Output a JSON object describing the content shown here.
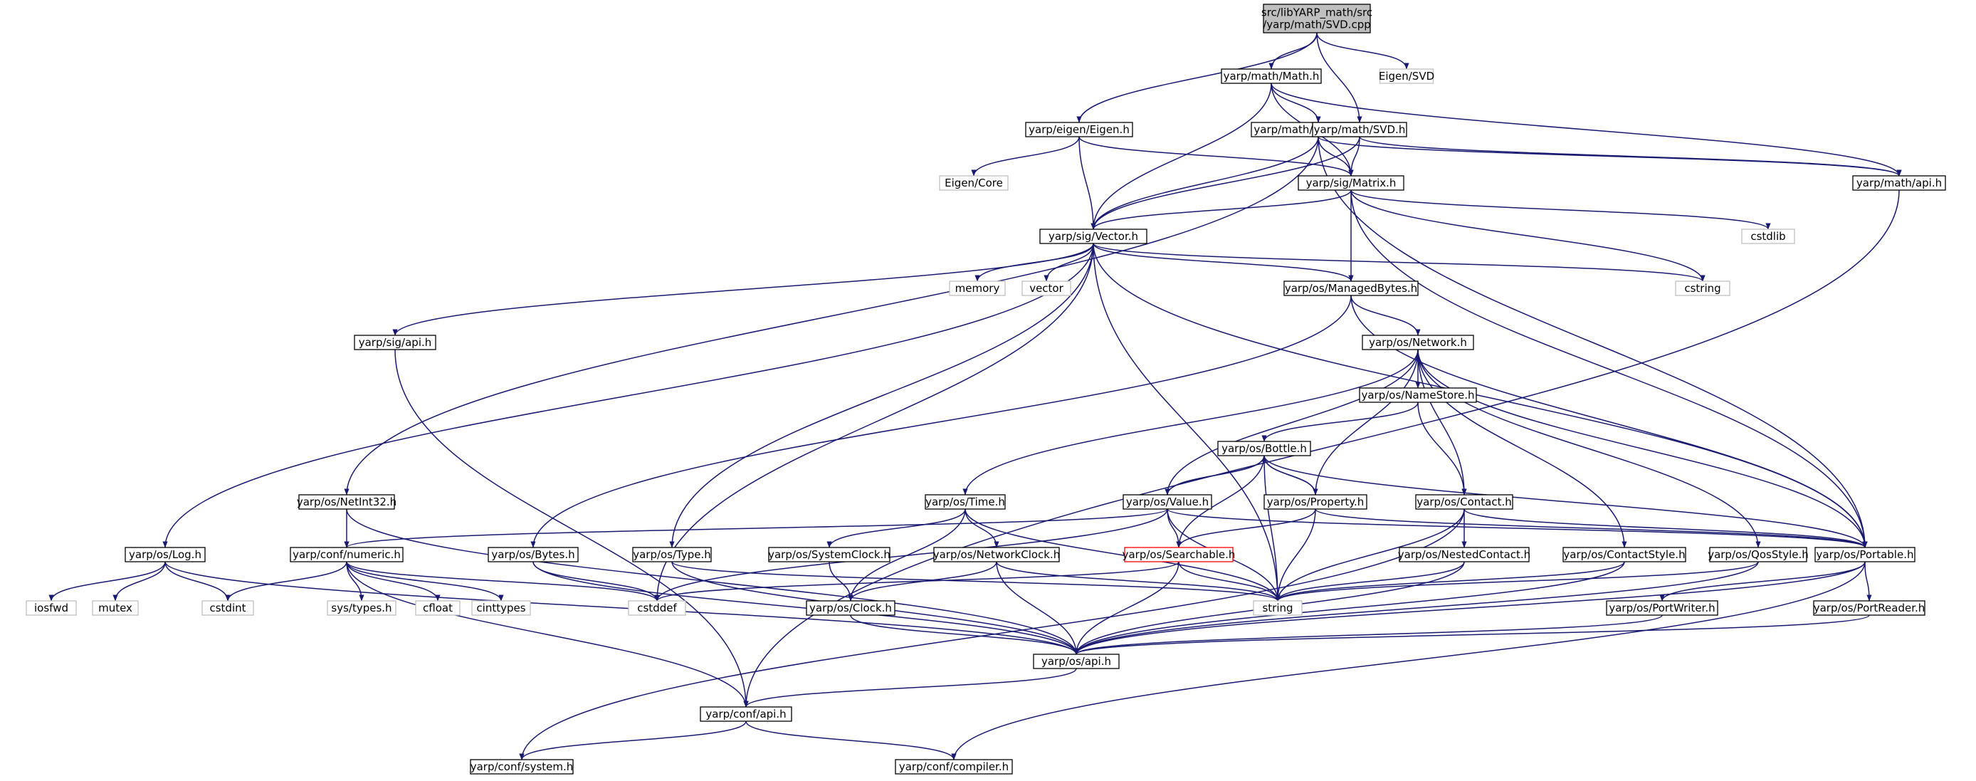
{
  "diagram": {
    "type": "include-dependency-graph",
    "root": "root",
    "nodes": [
      {
        "id": "root",
        "label": "src/libYARP_math/src\n/yarp/math/SVD.cpp",
        "style": "root"
      },
      {
        "id": "math_h",
        "label": "yarp/math/Math.h",
        "style": "normal"
      },
      {
        "id": "eigen_svd",
        "label": "Eigen/SVD",
        "style": "gray"
      },
      {
        "id": "eigen_h",
        "label": "yarp/eigen/Eigen.h",
        "style": "normal"
      },
      {
        "id": "quaternion_h",
        "label": "yarp/math/Quaternion.h",
        "style": "normal"
      },
      {
        "id": "svd_h",
        "label": "yarp/math/SVD.h",
        "style": "normal"
      },
      {
        "id": "math_api_h",
        "label": "yarp/math/api.h",
        "style": "normal"
      },
      {
        "id": "eigen_core",
        "label": "Eigen/Core",
        "style": "gray"
      },
      {
        "id": "matrix_h",
        "label": "yarp/sig/Matrix.h",
        "style": "normal"
      },
      {
        "id": "vector_h",
        "label": "yarp/sig/Vector.h",
        "style": "normal"
      },
      {
        "id": "cstdlib",
        "label": "cstdlib",
        "style": "gray"
      },
      {
        "id": "memory",
        "label": "memory",
        "style": "gray"
      },
      {
        "id": "vector",
        "label": "vector",
        "style": "gray"
      },
      {
        "id": "managedbytes_h",
        "label": "yarp/os/ManagedBytes.h",
        "style": "normal"
      },
      {
        "id": "cstring",
        "label": "cstring",
        "style": "gray"
      },
      {
        "id": "sig_api_h",
        "label": "yarp/sig/api.h",
        "style": "normal"
      },
      {
        "id": "network_h",
        "label": "yarp/os/Network.h",
        "style": "normal"
      },
      {
        "id": "namestore_h",
        "label": "yarp/os/NameStore.h",
        "style": "normal"
      },
      {
        "id": "bottle_h",
        "label": "yarp/os/Bottle.h",
        "style": "normal"
      },
      {
        "id": "netint32_h",
        "label": "yarp/os/NetInt32.h",
        "style": "normal"
      },
      {
        "id": "time_h",
        "label": "yarp/os/Time.h",
        "style": "normal"
      },
      {
        "id": "value_h",
        "label": "yarp/os/Value.h",
        "style": "normal"
      },
      {
        "id": "property_h",
        "label": "yarp/os/Property.h",
        "style": "normal"
      },
      {
        "id": "contact_h",
        "label": "yarp/os/Contact.h",
        "style": "normal"
      },
      {
        "id": "log_h",
        "label": "yarp/os/Log.h",
        "style": "normal"
      },
      {
        "id": "numeric_h",
        "label": "yarp/conf/numeric.h",
        "style": "normal"
      },
      {
        "id": "bytes_h",
        "label": "yarp/os/Bytes.h",
        "style": "normal"
      },
      {
        "id": "type_h",
        "label": "yarp/os/Type.h",
        "style": "normal"
      },
      {
        "id": "systemclock_h",
        "label": "yarp/os/SystemClock.h",
        "style": "normal"
      },
      {
        "id": "networkclock_h",
        "label": "yarp/os/NetworkClock.h",
        "style": "normal"
      },
      {
        "id": "searchable_h",
        "label": "yarp/os/Searchable.h",
        "style": "red"
      },
      {
        "id": "nestedcontact_h",
        "label": "yarp/os/NestedContact.h",
        "style": "normal"
      },
      {
        "id": "contactstyle_h",
        "label": "yarp/os/ContactStyle.h",
        "style": "normal"
      },
      {
        "id": "qosstyle_h",
        "label": "yarp/os/QosStyle.h",
        "style": "normal"
      },
      {
        "id": "portable_h",
        "label": "yarp/os/Portable.h",
        "style": "normal"
      },
      {
        "id": "iosfwd",
        "label": "iosfwd",
        "style": "gray"
      },
      {
        "id": "mutex",
        "label": "mutex",
        "style": "gray"
      },
      {
        "id": "cstdint",
        "label": "cstdint",
        "style": "gray"
      },
      {
        "id": "sys_types_h",
        "label": "sys/types.h",
        "style": "gray"
      },
      {
        "id": "cfloat",
        "label": "cfloat",
        "style": "gray"
      },
      {
        "id": "cinttypes",
        "label": "cinttypes",
        "style": "gray"
      },
      {
        "id": "cstddef",
        "label": "cstddef",
        "style": "gray"
      },
      {
        "id": "clock_h",
        "label": "yarp/os/Clock.h",
        "style": "normal"
      },
      {
        "id": "string",
        "label": "string",
        "style": "gray"
      },
      {
        "id": "portwriter_h",
        "label": "yarp/os/PortWriter.h",
        "style": "normal"
      },
      {
        "id": "portreader_h",
        "label": "yarp/os/PortReader.h",
        "style": "normal"
      },
      {
        "id": "os_api_h",
        "label": "yarp/os/api.h",
        "style": "normal"
      },
      {
        "id": "conf_api_h",
        "label": "yarp/conf/api.h",
        "style": "normal"
      },
      {
        "id": "system_h",
        "label": "yarp/conf/system.h",
        "style": "normal"
      },
      {
        "id": "compiler_h",
        "label": "yarp/conf/compiler.h",
        "style": "normal"
      }
    ],
    "edges": [
      [
        "root",
        "math_h"
      ],
      [
        "root",
        "eigen_svd"
      ],
      [
        "root",
        "eigen_h"
      ],
      [
        "root",
        "svd_h"
      ],
      [
        "math_h",
        "quaternion_h"
      ],
      [
        "math_h",
        "matrix_h"
      ],
      [
        "math_h",
        "vector_h"
      ],
      [
        "math_h",
        "math_api_h"
      ],
      [
        "eigen_h",
        "eigen_core"
      ],
      [
        "eigen_h",
        "matrix_h"
      ],
      [
        "eigen_h",
        "vector_h"
      ],
      [
        "quaternion_h",
        "matrix_h"
      ],
      [
        "quaternion_h",
        "vector_h"
      ],
      [
        "quaternion_h",
        "math_api_h"
      ],
      [
        "quaternion_h",
        "netint32_h"
      ],
      [
        "quaternion_h",
        "portable_h"
      ],
      [
        "svd_h",
        "matrix_h"
      ],
      [
        "svd_h",
        "vector_h"
      ],
      [
        "svd_h",
        "math_api_h"
      ],
      [
        "math_api_h",
        "conf_api_h"
      ],
      [
        "matrix_h",
        "vector_h"
      ],
      [
        "matrix_h",
        "cstdlib"
      ],
      [
        "matrix_h",
        "cstring"
      ],
      [
        "matrix_h",
        "managedbytes_h"
      ],
      [
        "matrix_h",
        "portable_h"
      ],
      [
        "vector_h",
        "memory"
      ],
      [
        "vector_h",
        "vector"
      ],
      [
        "vector_h",
        "managedbytes_h"
      ],
      [
        "vector_h",
        "cstring"
      ],
      [
        "vector_h",
        "sig_api_h"
      ],
      [
        "vector_h",
        "log_h"
      ],
      [
        "vector_h",
        "cstddef"
      ],
      [
        "vector_h",
        "type_h"
      ],
      [
        "vector_h",
        "string"
      ],
      [
        "vector_h",
        "portable_h"
      ],
      [
        "managedbytes_h",
        "network_h"
      ],
      [
        "managedbytes_h",
        "bytes_h"
      ],
      [
        "managedbytes_h",
        "portable_h"
      ],
      [
        "sig_api_h",
        "conf_api_h"
      ],
      [
        "network_h",
        "namestore_h"
      ],
      [
        "network_h",
        "time_h"
      ],
      [
        "network_h",
        "value_h"
      ],
      [
        "network_h",
        "property_h"
      ],
      [
        "network_h",
        "contact_h"
      ],
      [
        "network_h",
        "contactstyle_h"
      ],
      [
        "network_h",
        "qosstyle_h"
      ],
      [
        "network_h",
        "portable_h"
      ],
      [
        "namestore_h",
        "bottle_h"
      ],
      [
        "namestore_h",
        "contact_h"
      ],
      [
        "bottle_h",
        "value_h"
      ],
      [
        "bottle_h",
        "property_h"
      ],
      [
        "bottle_h",
        "searchable_h"
      ],
      [
        "bottle_h",
        "string"
      ],
      [
        "bottle_h",
        "portable_h"
      ],
      [
        "netint32_h",
        "numeric_h"
      ],
      [
        "netint32_h",
        "os_api_h"
      ],
      [
        "time_h",
        "systemclock_h"
      ],
      [
        "time_h",
        "networkclock_h"
      ],
      [
        "time_h",
        "clock_h"
      ],
      [
        "time_h",
        "string"
      ],
      [
        "value_h",
        "bottle_h"
      ],
      [
        "value_h",
        "searchable_h"
      ],
      [
        "value_h",
        "numeric_h"
      ],
      [
        "value_h",
        "cstddef"
      ],
      [
        "value_h",
        "string"
      ],
      [
        "value_h",
        "portable_h"
      ],
      [
        "property_h",
        "bottle_h"
      ],
      [
        "property_h",
        "searchable_h"
      ],
      [
        "property_h",
        "string"
      ],
      [
        "property_h",
        "portable_h"
      ],
      [
        "contact_h",
        "nestedcontact_h"
      ],
      [
        "contact_h",
        "string"
      ],
      [
        "contact_h",
        "portable_h"
      ],
      [
        "contact_h",
        "system_h"
      ],
      [
        "log_h",
        "iosfwd"
      ],
      [
        "log_h",
        "mutex"
      ],
      [
        "log_h",
        "cstdint"
      ],
      [
        "log_h",
        "os_api_h"
      ],
      [
        "numeric_h",
        "cstdint"
      ],
      [
        "numeric_h",
        "sys_types_h"
      ],
      [
        "numeric_h",
        "cfloat"
      ],
      [
        "numeric_h",
        "cinttypes"
      ],
      [
        "numeric_h",
        "cstddef"
      ],
      [
        "numeric_h",
        "conf_api_h"
      ],
      [
        "bytes_h",
        "cstddef"
      ],
      [
        "bytes_h",
        "os_api_h"
      ],
      [
        "type_h",
        "string"
      ],
      [
        "type_h",
        "os_api_h"
      ],
      [
        "systemclock_h",
        "clock_h"
      ],
      [
        "networkclock_h",
        "clock_h"
      ],
      [
        "networkclock_h",
        "string"
      ],
      [
        "networkclock_h",
        "os_api_h"
      ],
      [
        "searchable_h",
        "cstddef"
      ],
      [
        "searchable_h",
        "string"
      ],
      [
        "searchable_h",
        "os_api_h"
      ],
      [
        "nestedcontact_h",
        "string"
      ],
      [
        "nestedcontact_h",
        "os_api_h"
      ],
      [
        "contactstyle_h",
        "string"
      ],
      [
        "contactstyle_h",
        "os_api_h"
      ],
      [
        "qosstyle_h",
        "string"
      ],
      [
        "qosstyle_h",
        "os_api_h"
      ],
      [
        "portable_h",
        "portwriter_h"
      ],
      [
        "portable_h",
        "portreader_h"
      ],
      [
        "portable_h",
        "os_api_h"
      ],
      [
        "portable_h",
        "compiler_h"
      ],
      [
        "clock_h",
        "os_api_h"
      ],
      [
        "portwriter_h",
        "os_api_h"
      ],
      [
        "portreader_h",
        "os_api_h"
      ],
      [
        "os_api_h",
        "conf_api_h"
      ],
      [
        "conf_api_h",
        "system_h"
      ],
      [
        "conf_api_h",
        "compiler_h"
      ]
    ]
  },
  "colors": {
    "edge": "#191970",
    "box_border": "#000000",
    "gray_border": "#bfbfbf",
    "red_border": "#ff0000",
    "root_fill": "#bfbfbf"
  }
}
